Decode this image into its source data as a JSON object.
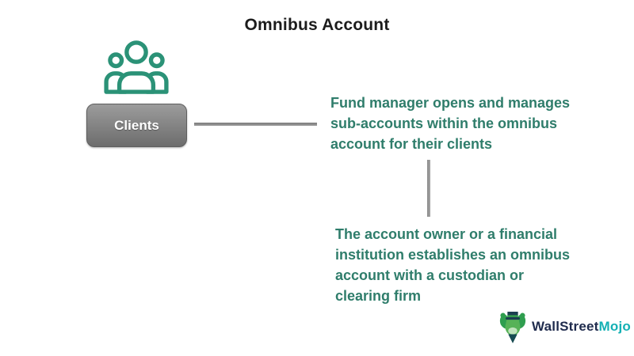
{
  "title": "Omnibus Account",
  "diagram": {
    "clients_label": "Clients",
    "step_fund_manager": "Fund manager opens and manages\nsub-accounts within the omnibus\naccount for their clients",
    "step_account_owner": "The account owner or a financial\ninstitution establishes an omnibus\naccount with a custodian or\nclearing firm"
  },
  "icons": {
    "clients_group": "people-group-icon",
    "logo_mascot": "bull-mascot-icon"
  },
  "logo": {
    "part1": "WallStreet",
    "part2": "Mojo"
  },
  "colors": {
    "accent_green": "#2f7d6b",
    "icon_teal": "#2b9277",
    "connector_gray": "#8f8f8f",
    "box_gray_top": "#9c9c9c",
    "box_gray_bottom": "#6d6d6d",
    "title_black": "#1c1c1c",
    "logo_dark": "#1f2b4d",
    "logo_teal": "#14b0b4",
    "mascot_green": "#3fa24f",
    "mascot_hat": "#1c3f50"
  }
}
